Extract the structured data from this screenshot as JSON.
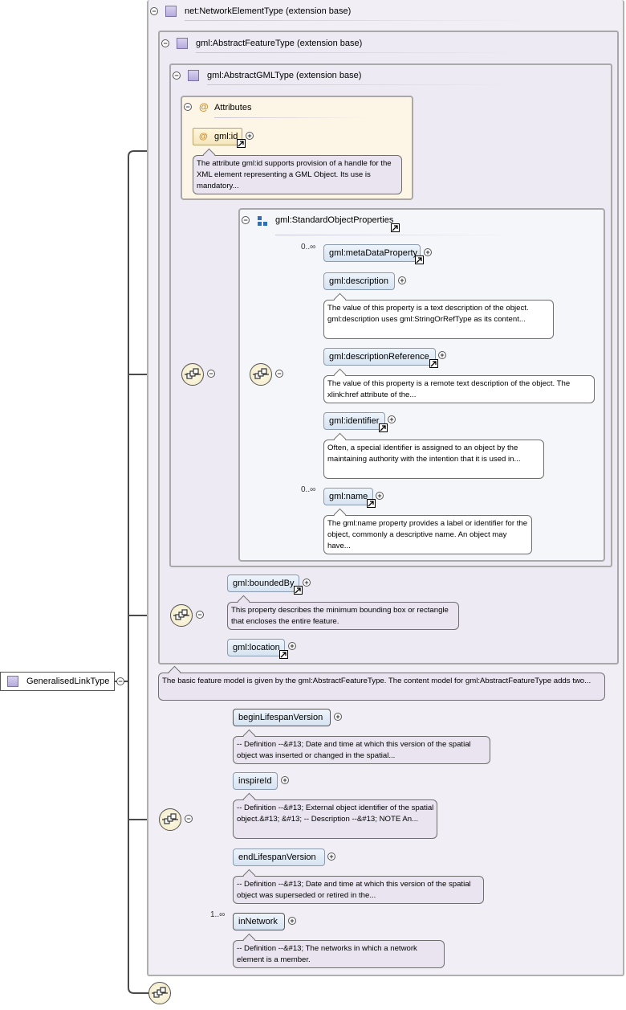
{
  "root": {
    "label": "GeneralisedLinkType"
  },
  "network_element": {
    "label": "net:NetworkElementType (extension base)"
  },
  "abstract_feature": {
    "label": "gml:AbstractFeatureType (extension base)"
  },
  "abstract_gml": {
    "label": "gml:AbstractGMLType (extension base)"
  },
  "attributes": {
    "label": "Attributes",
    "id_label": "gml:id",
    "id_note": "The attribute gml:id supports provision of a handle for the XML element representing a GML Object. Its use is mandatory..."
  },
  "standard_object": {
    "label": "gml:StandardObjectProperties",
    "items": [
      {
        "label": "gml:metaDataProperty",
        "occurrence": "0..∞",
        "note": ""
      },
      {
        "label": "gml:description",
        "occurrence": "",
        "note": "The value of this property is a text description of the object. gml:description uses gml:StringOrRefType as its content..."
      },
      {
        "label": "gml:descriptionReference",
        "occurrence": "",
        "note": "The value of this property is a remote text description of the object. The xlink:href attribute of the..."
      },
      {
        "label": "gml:identifier",
        "occurrence": "",
        "note": "Often, a special identifier is assigned to an object by the maintaining authority with the intention that it is used in..."
      },
      {
        "label": "gml:name",
        "occurrence": "0..∞",
        "note": "The gml:name property provides a label or identifier for the object, commonly a descriptive name. An object may have..."
      }
    ]
  },
  "feature_props": {
    "bounded_by": "gml:boundedBy",
    "bounded_by_note": "This property describes the minimum bounding box or rectangle that encloses the entire feature.",
    "location": "gml:location"
  },
  "abstract_feature_note": "The basic feature model is given by the gml:AbstractFeatureType. The content model for gml:AbstractFeatureType adds two...",
  "network_props": [
    {
      "label": "beginLifespanVersion",
      "occurrence": "",
      "note": "-- Definition --&#13; Date and time at which this version of the spatial object was inserted or changed in the spatial..."
    },
    {
      "label": "inspireId",
      "occurrence": "",
      "note": "-- Definition --&#13; External object identifier of the spatial object.&#13; &#13; -- Description --&#13; NOTE An..."
    },
    {
      "label": "endLifespanVersion",
      "occurrence": "",
      "note": "-- Definition --&#13; Date and time at which this version of the spatial object was superseded or retired in the..."
    },
    {
      "label": "inNetwork",
      "occurrence": "1..∞",
      "note": "-- Definition --&#13; The networks in which a network element is a member."
    }
  ]
}
